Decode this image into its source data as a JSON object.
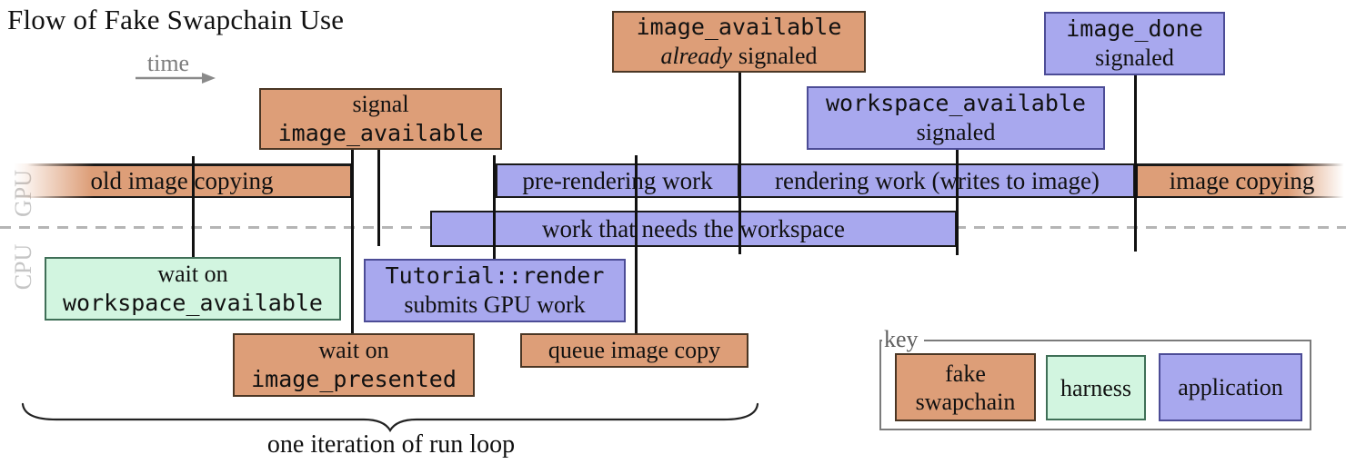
{
  "title": "Flow of Fake Swapchain Use",
  "time_label": "time",
  "axis": {
    "gpu_label": "GPU",
    "cpu_label": "CPU"
  },
  "colors": {
    "fake_swapchain": "#dd9e78",
    "harness": "#d2f5e0",
    "application": "#a8a8ee",
    "event_line": "#111111",
    "cpu_gpu_divider": "#b5b5b5",
    "axis_label_gray": "#c5c5c5"
  },
  "band": {
    "old": {
      "label": "old image copying"
    },
    "pre": {
      "label": "pre-rendering work"
    },
    "render": {
      "label": "rendering work (writes to image)"
    },
    "copy": {
      "label": "image copying"
    }
  },
  "work_box": {
    "label": "work that needs the workspace"
  },
  "callouts": {
    "signal": {
      "line1": "signal",
      "line2": "image_available"
    },
    "already": {
      "line1": "image_available",
      "line2_italic": "already",
      "line2_rest": "signaled"
    },
    "workspace_sig": {
      "line1": "workspace_available",
      "line2": "signaled"
    },
    "image_done": {
      "line1": "image_done",
      "line2": "signaled"
    },
    "wait_workspace": {
      "line1": "wait on",
      "line2": "workspace_available"
    },
    "tutorial": {
      "line1": "Tutorial::render",
      "line2": "submits GPU work"
    },
    "wait_presented": {
      "line1": "wait on",
      "line2": "image_presented"
    },
    "queue": {
      "line1": "queue image copy"
    }
  },
  "brace": {
    "label": "one iteration of run loop"
  },
  "key": {
    "title": "key",
    "items": [
      {
        "line1": "fake",
        "line2": "swapchain",
        "category": "fake swapchain"
      },
      {
        "line1": "harness",
        "category": "harness"
      },
      {
        "line1": "application",
        "category": "application"
      }
    ]
  }
}
